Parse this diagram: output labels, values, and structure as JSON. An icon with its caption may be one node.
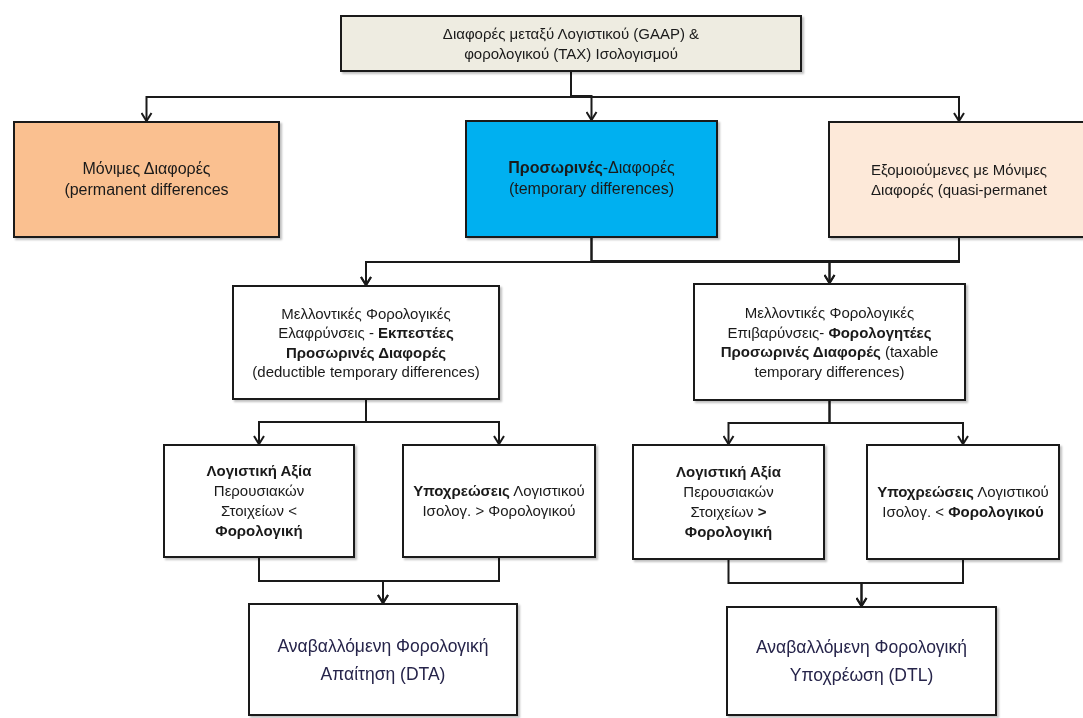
{
  "diagram": {
    "nodes": [
      {
        "text": [
          "Διαφορές μεταξύ Λογιστικού (GAAP) & φορολογικού (TAX) Ισολογισμού"
        ]
      },
      {
        "text": [
          "Μόνιμες Διαφορές (permanent differences"
        ]
      },
      {
        "text": [
          "**Προσωρινές**-Διαφορές (temporary differences)"
        ]
      },
      {
        "text": [
          "Εξομοιούμενες με Μόνιμες Διαφορές (quasi-permanet"
        ]
      },
      {
        "text": [
          "Μελλοντικές Φορολογικές Ελαφρύνσεις - **Εκπεστέες Προσωρινές Διαφορές** (deductible temporary differences)"
        ]
      },
      {
        "text": [
          "Μελλοντικές Φορολογικές Επιβαρύνσεις- **Φορολογητέες Προσωρινές Διαφορές** (taxable temporary differences)"
        ]
      },
      {
        "text": [
          "**Λογιστική Αξία** Περουσιακών Στοιχείων < **Φορολογική**"
        ]
      },
      {
        "text": [
          "**Υποχρεώσεις** Λογιστικού Ισολογ. > Φορολογικού"
        ]
      },
      {
        "text": [
          "**Λογιστική Αξία** Περουσιακών Στοιχείων **> Φορολογική**"
        ]
      },
      {
        "text": [
          "**Υποχρεώσεις** Λογιστικού Ισολογ. < **Φορολογικού**"
        ]
      },
      {
        "text": [
          "Αναβαλλόμενη Φορολογική Απαίτηση (DTA)"
        ]
      },
      {
        "text": [
          "Αναβαλλόμενη Φορολογική Υποχρέωση (DTL)"
        ]
      }
    ],
    "edges": [
      {
        "from": 0,
        "to": 1,
        "arrow": "to"
      },
      {
        "from": 0,
        "to": 2,
        "arrow": "to"
      },
      {
        "from": 0,
        "to": 3,
        "arrow": "to"
      },
      {
        "from": 2,
        "to": 4,
        "arrow": "to"
      },
      {
        "from": 2,
        "to": 5,
        "arrow": "to"
      },
      {
        "from": 3,
        "to": 4,
        "arrow": "to"
      },
      {
        "from": 3,
        "to": 5,
        "arrow": "to"
      },
      {
        "from": 4,
        "to": 6,
        "arrow": "to"
      },
      {
        "from": 4,
        "to": 7,
        "arrow": "to"
      },
      {
        "from": 5,
        "to": 8,
        "arrow": "to"
      },
      {
        "from": 5,
        "to": 9,
        "arrow": "to"
      },
      {
        "from": 6,
        "to": 10,
        "arrow": "to"
      },
      {
        "from": 7,
        "to": 10,
        "arrow": "to"
      },
      {
        "from": 8,
        "to": 11,
        "arrow": "to"
      },
      {
        "from": 9,
        "to": 11,
        "arrow": "to"
      }
    ]
  }
}
